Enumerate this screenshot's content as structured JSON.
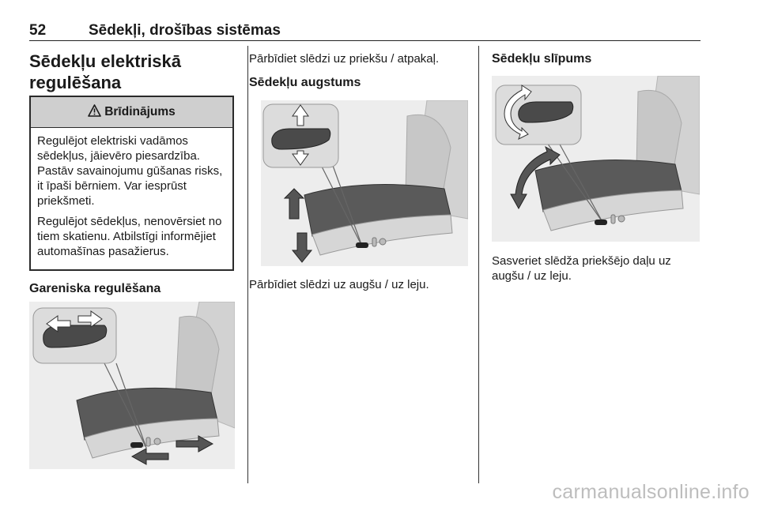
{
  "header": {
    "page_number": "52",
    "section_title": "Sēdekļi, drošības sistēmas"
  },
  "col1": {
    "heading": "Sēdekļu elektriskā regulēšana",
    "warning": {
      "title": "Brīdinājums",
      "para1": "Regulējot elektriski vadāmos sēdekļus, jāievēro piesardzība. Pastāv savainojumu gūšanas risks, it īpaši bērniem. Var iesprūst priekšmeti.",
      "para2": "Regulējot sēdekļus, nenovērsiet no tiem skatienu. Atbilstīgi informējiet automašīnas pasažierus."
    },
    "subheading": "Gareniska regulēšana"
  },
  "col2": {
    "intro": "Pārbīdiet slēdzi uz priekšu / atpakaļ.",
    "subheading": "Sēdekļu augstums",
    "caption": "Pārbīdiet slēdzi uz augšu / uz leju."
  },
  "col3": {
    "subheading": "Sēdekļu slīpums",
    "caption": "Sasveriet slēdža priekšējo daļu uz augšu / uz leju."
  },
  "watermark": "carmanualsonline.info",
  "icons": {
    "warning": "warning-triangle-icon"
  }
}
